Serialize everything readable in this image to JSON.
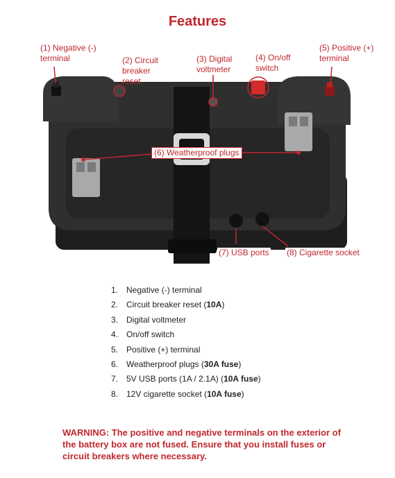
{
  "title": "Features",
  "callouts": {
    "negative_terminal": "(1) Negative (-)\nterminal",
    "circuit_breaker": "(2) Circuit\nbreaker\nreset",
    "voltmeter": "(3) Digital\nvoltmeter",
    "onoff_switch": "(4) On/off\nswitch",
    "positive_terminal": "(5) Positive (+)\nterminal",
    "weatherproof_plugs": "(6) Weatherproof plugs",
    "usb_ports": "(7) USB ports",
    "cigarette_socket": "(8) Cigarette socket"
  },
  "features": [
    {
      "num": "1.",
      "text": "Negative (-) terminal",
      "bold": ""
    },
    {
      "num": "2.",
      "text": "Circuit breaker reset (",
      "bold": "10A",
      "after": ")"
    },
    {
      "num": "3.",
      "text": "Digital voltmeter",
      "bold": ""
    },
    {
      "num": "4.",
      "text": "On/off switch",
      "bold": ""
    },
    {
      "num": "5.",
      "text": "Positive (+) terminal",
      "bold": ""
    },
    {
      "num": "6.",
      "text": "Weatherproof plugs (",
      "bold": "30A fuse",
      "after": ")"
    },
    {
      "num": "7.",
      "text": "5V USB ports (1A / 2.1A) (",
      "bold": "10A fuse",
      "after": ")"
    },
    {
      "num": "8.",
      "text": "12V cigarette socket (",
      "bold": "10A fuse",
      "after": ")"
    }
  ],
  "warning": "WARNING: The positive and negative terminals on the exterior of the battery box are not fused. Ensure that you install fuses or circuit breakers where necessary.",
  "colors": {
    "accent": "#c0272d",
    "box_body": "#2b2b2b",
    "plug": "#a9a9a9"
  }
}
